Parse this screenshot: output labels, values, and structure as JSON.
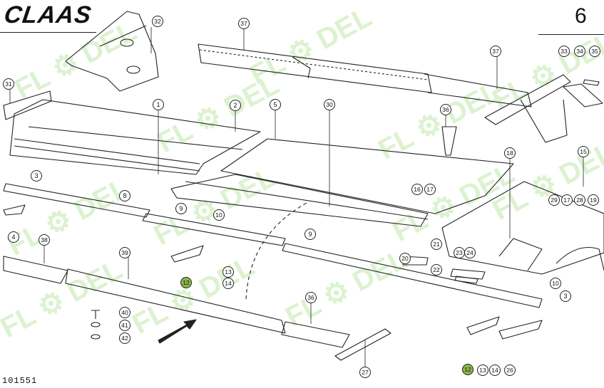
{
  "header": {
    "brand": "CLAAS",
    "page_number": "6"
  },
  "footer": {
    "document_number": "101551"
  },
  "watermark": {
    "text": "FL DEL",
    "color": "#9ad97a"
  },
  "colors": {
    "line": "#222222",
    "highlight_fill": "#8bb84a"
  },
  "callouts": [
    {
      "label": "1"
    },
    {
      "label": "2"
    },
    {
      "label": "3"
    },
    {
      "label": "3"
    },
    {
      "label": "4"
    },
    {
      "label": "5"
    },
    {
      "label": "8"
    },
    {
      "label": "9"
    },
    {
      "label": "9"
    },
    {
      "label": "10"
    },
    {
      "label": "10"
    },
    {
      "label": "12",
      "highlighted": true
    },
    {
      "label": "12",
      "highlighted": true
    },
    {
      "label": "13"
    },
    {
      "label": "13"
    },
    {
      "label": "14"
    },
    {
      "label": "14"
    },
    {
      "label": "15"
    },
    {
      "label": "16"
    },
    {
      "label": "17"
    },
    {
      "label": "17"
    },
    {
      "label": "18"
    },
    {
      "label": "19"
    },
    {
      "label": "20"
    },
    {
      "label": "21"
    },
    {
      "label": "22"
    },
    {
      "label": "23"
    },
    {
      "label": "24"
    },
    {
      "label": "26"
    },
    {
      "label": "27"
    },
    {
      "label": "28"
    },
    {
      "label": "29"
    },
    {
      "label": "30"
    },
    {
      "label": "31"
    },
    {
      "label": "32"
    },
    {
      "label": "33"
    },
    {
      "label": "34"
    },
    {
      "label": "35"
    },
    {
      "label": "36"
    },
    {
      "label": "36"
    },
    {
      "label": "37"
    },
    {
      "label": "37"
    },
    {
      "label": "38"
    },
    {
      "label": "39"
    },
    {
      "label": "40"
    },
    {
      "label": "41"
    },
    {
      "label": "42"
    }
  ]
}
